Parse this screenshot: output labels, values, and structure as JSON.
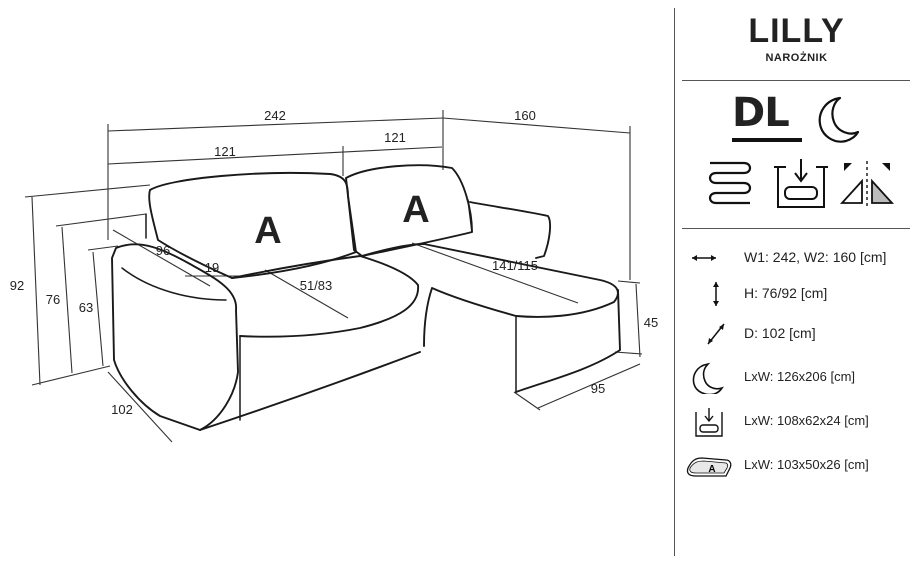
{
  "product": {
    "name": "LILLY",
    "type": "NAROŻNIK",
    "function_code": "DL"
  },
  "drawing": {
    "dim_total_width": "242",
    "dim_chaise_width": "160",
    "dim_section_left": "121",
    "dim_section_right": "121",
    "dim_height_total": "92",
    "dim_height_back": "76",
    "dim_height_arm": "63",
    "dim_depth": "102",
    "dim_arm_depth": "96",
    "dim_arm_width": "19",
    "dim_seat_depth": "51/83",
    "dim_chaise_length": "141/115",
    "dim_chaise_height": "45",
    "dim_chaise_depth": "95",
    "cushion_label_1": "A",
    "cushion_label_2": "A"
  },
  "specs": [
    {
      "icon": "width-arrows-icon",
      "text": "W1: 242, W2: 160 [cm]"
    },
    {
      "icon": "height-arrows-icon",
      "text": "H: 76/92 [cm]"
    },
    {
      "icon": "depth-arrows-icon",
      "text": "D: 102 [cm]"
    },
    {
      "icon": "moon-icon",
      "text": "LxW: 126x206 [cm]"
    },
    {
      "icon": "storage-box-icon",
      "text": "LxW: 108x62x24 [cm]"
    },
    {
      "icon": "cushion-icon",
      "icon_label": "A",
      "text": "LxW: 103x50x26 [cm]"
    }
  ]
}
